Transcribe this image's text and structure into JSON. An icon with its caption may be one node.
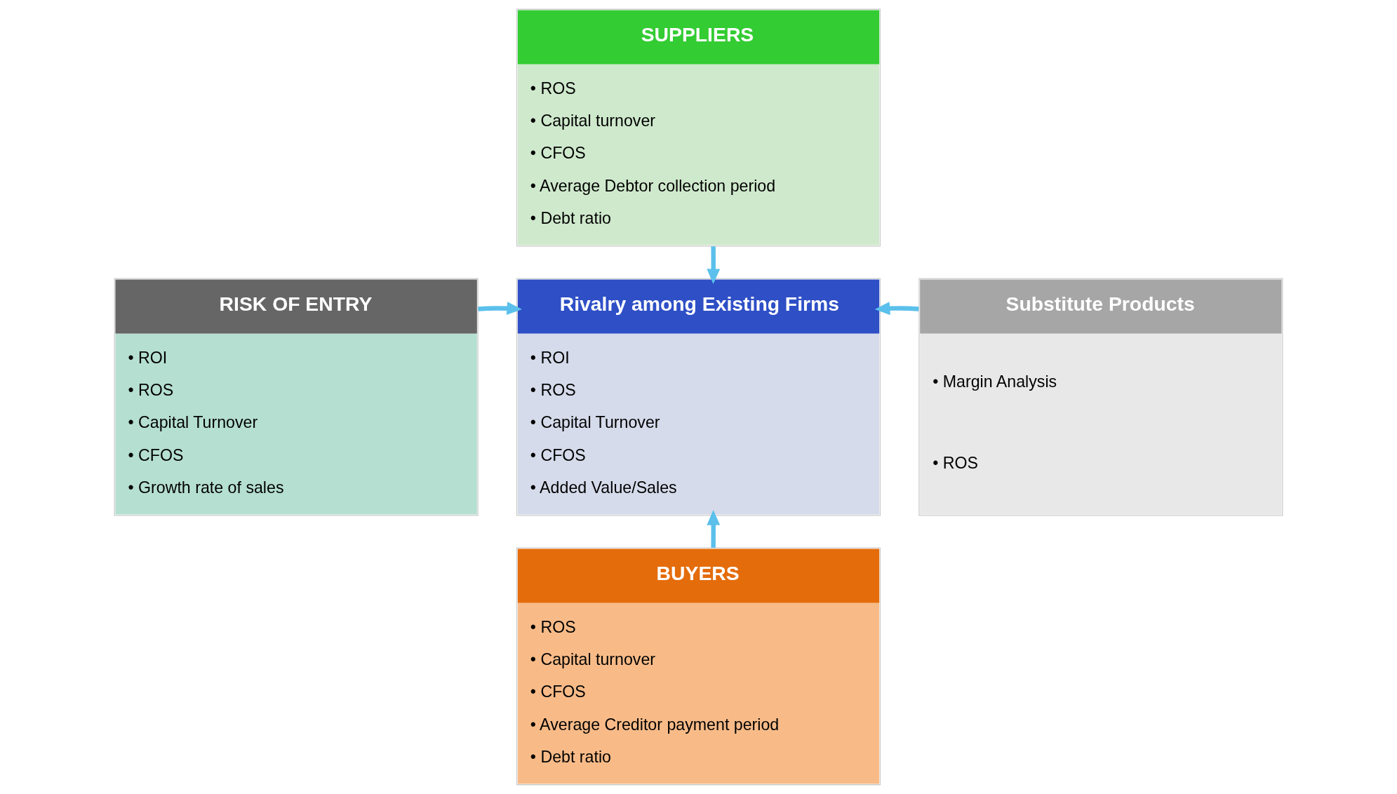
{
  "diagram": {
    "nodes": [
      {
        "text": [
          "SUPPLIERS",
          "• ROS",
          "• Capital turnover",
          "• CFOS",
          "• Average Debtor collection period",
          "• Debt ratio"
        ]
      },
      {
        "text": [
          "RISK OF ENTRY",
          "• ROI",
          "• ROS",
          "• Capital Turnover",
          "• CFOS",
          "• Growth rate of sales"
        ]
      },
      {
        "text": [
          "Rivalry among Existing Firms",
          "• ROI",
          "• ROS",
          "• Capital Turnover",
          "• CFOS",
          "• Added Value/Sales"
        ]
      },
      {
        "text": [
          "Substitute Products",
          "• Margin Analysis",
          "• ROS"
        ]
      },
      {
        "text": [
          "BUYERS",
          "• ROS",
          "• Capital turnover",
          "• CFOS",
          "• Average Creditor payment period",
          "• Debt ratio"
        ]
      }
    ],
    "edges": [
      {
        "from": 0,
        "to": 2,
        "arrow": "to"
      },
      {
        "from": 1,
        "to": 2,
        "arrow": "to"
      },
      {
        "from": 3,
        "to": 2,
        "arrow": "to"
      },
      {
        "from": 4,
        "to": 2,
        "arrow": "to"
      }
    ]
  }
}
